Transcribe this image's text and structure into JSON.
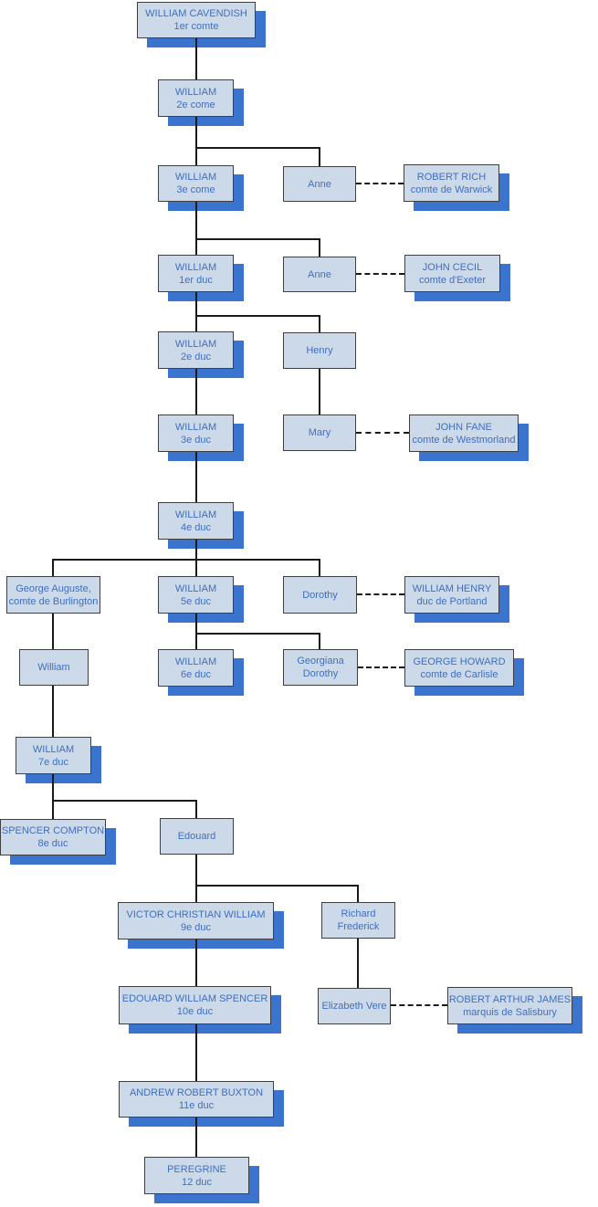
{
  "colors": {
    "background": "#ffffff",
    "fill": "#ccd9e8",
    "border": "#3f3f3f",
    "text": "#3f6fc1",
    "shadow": "#3b74cf",
    "line": "#1a1a1a"
  },
  "nodes": [
    {
      "lines": [
        "WILLIAM CAVENDISH",
        "1er comte"
      ]
    },
    {
      "lines": [
        "WILLIAM",
        "2e come"
      ]
    },
    {
      "lines": [
        "WILLIAM",
        "3e come"
      ]
    },
    {
      "lines": [
        "Anne"
      ]
    },
    {
      "lines": [
        "ROBERT RICH",
        "comte de Warwick"
      ]
    },
    {
      "lines": [
        "WILLIAM",
        "1er duc"
      ]
    },
    {
      "lines": [
        "Anne"
      ]
    },
    {
      "lines": [
        "JOHN CECIL",
        "comte d'Exeter"
      ]
    },
    {
      "lines": [
        "WILLIAM",
        "2e duc"
      ]
    },
    {
      "lines": [
        "Henry"
      ]
    },
    {
      "lines": [
        "WILLIAM",
        "3e duc"
      ]
    },
    {
      "lines": [
        "Mary"
      ]
    },
    {
      "lines": [
        "JOHN FANE",
        "comte de Westmorland"
      ]
    },
    {
      "lines": [
        "WILLIAM",
        "4e duc"
      ]
    },
    {
      "lines": [
        "George Auguste,",
        "comte de Burlington"
      ]
    },
    {
      "lines": [
        "WILLIAM",
        "5e duc"
      ]
    },
    {
      "lines": [
        "Dorothy"
      ]
    },
    {
      "lines": [
        "WILLIAM HENRY",
        "duc de Portland"
      ]
    },
    {
      "lines": [
        "William"
      ]
    },
    {
      "lines": [
        "WILLIAM",
        "6e duc"
      ]
    },
    {
      "lines": [
        "Georgiana",
        "Dorothy"
      ]
    },
    {
      "lines": [
        "GEORGE HOWARD",
        "comte de Carlisle"
      ]
    },
    {
      "lines": [
        "WILLIAM",
        "7e duc"
      ]
    },
    {
      "lines": [
        "SPENCER COMPTON",
        "8e duc"
      ]
    },
    {
      "lines": [
        "Edouard"
      ]
    },
    {
      "lines": [
        "VICTOR CHRISTIAN WILLIAM",
        "9e duc"
      ]
    },
    {
      "lines": [
        "Richard",
        "Frederick"
      ]
    },
    {
      "lines": [
        "EDOUARD WILLIAM SPENCER",
        "10e duc"
      ]
    },
    {
      "lines": [
        "Elizabeth Vere"
      ]
    },
    {
      "lines": [
        "ROBERT ARTHUR JAMES",
        "marquis de Salisbury"
      ]
    },
    {
      "lines": [
        "ANDREW ROBERT BUXTON",
        "11e duc"
      ]
    },
    {
      "lines": [
        "PEREGRINE",
        "12 duc"
      ]
    }
  ]
}
